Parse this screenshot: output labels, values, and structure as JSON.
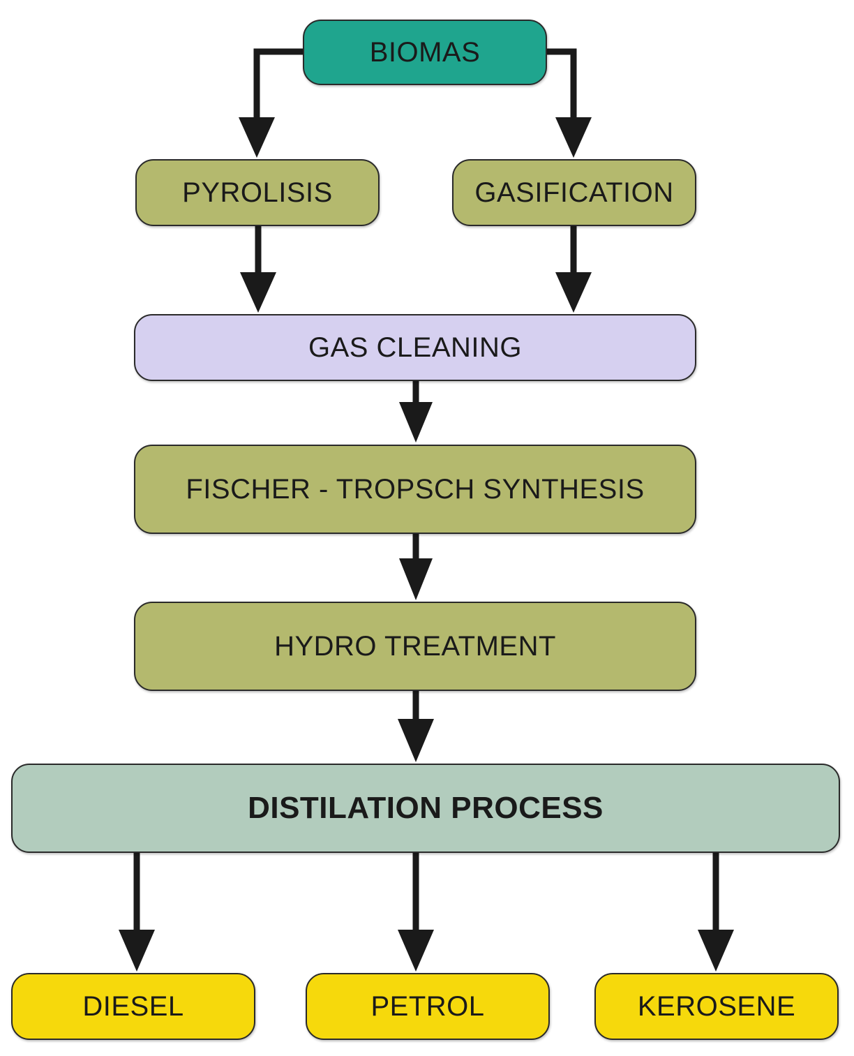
{
  "nodes": {
    "biomas": "BIOMAS",
    "pyrolisis": "PYROLISIS",
    "gasification": "GASIFICATION",
    "gas_cleaning": "GAS CLEANING",
    "fischer_tropsch": "FISCHER - TROPSCH SYNTHESIS",
    "hydro_treatment": "HYDRO TREATMENT",
    "distilation": "DISTILATION PROCESS",
    "diesel": "DIESEL",
    "petrol": "PETROL",
    "kerosene": "KEROSENE"
  },
  "edges": [
    {
      "from": "biomas",
      "to": "pyrolisis"
    },
    {
      "from": "biomas",
      "to": "gasification"
    },
    {
      "from": "pyrolisis",
      "to": "gas_cleaning"
    },
    {
      "from": "gasification",
      "to": "gas_cleaning"
    },
    {
      "from": "gas_cleaning",
      "to": "fischer_tropsch"
    },
    {
      "from": "fischer_tropsch",
      "to": "hydro_treatment"
    },
    {
      "from": "hydro_treatment",
      "to": "distilation"
    },
    {
      "from": "distilation",
      "to": "diesel"
    },
    {
      "from": "distilation",
      "to": "petrol"
    },
    {
      "from": "distilation",
      "to": "kerosene"
    }
  ],
  "colors": {
    "source": "#1fa58e",
    "process": "#b4b96e",
    "cleaning": "#d6d0f0",
    "distilation": "#b2ccbd",
    "product": "#f6d90c",
    "arrow": "#1a1a1a"
  }
}
